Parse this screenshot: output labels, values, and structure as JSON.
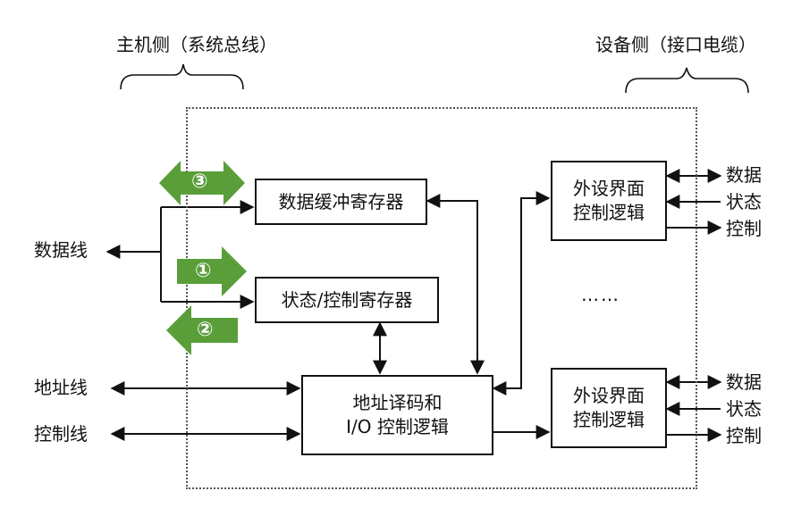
{
  "header": {
    "host_side": "主机侧（系统总线）",
    "device_side": "设备侧（接口电缆）"
  },
  "host_lines": {
    "data_line": "数据线",
    "address_line": "地址线",
    "control_line": "控制线"
  },
  "boxes": {
    "data_buffer": "数据缓冲寄存器",
    "status_control": "状态/控制寄存器",
    "addr_decode_line1": "地址译码和",
    "addr_decode_line2": "I/O 控制逻辑",
    "device_iface_top_line1": "外设界面",
    "device_iface_top_line2": "控制逻辑",
    "device_iface_bottom_line1": "外设界面",
    "device_iface_bottom_line2": "控制逻辑"
  },
  "device_signals_top": {
    "data": "数据",
    "status": "状态",
    "control": "控制"
  },
  "device_signals_bottom": {
    "data": "数据",
    "status": "状态",
    "control": "控制"
  },
  "ellipsis": "……",
  "annotations": {
    "step1": "①",
    "step2": "②",
    "step3": "③"
  },
  "colors": {
    "line": "#111111",
    "frame": "#555555",
    "annotation_green": "#5a9e3a"
  }
}
